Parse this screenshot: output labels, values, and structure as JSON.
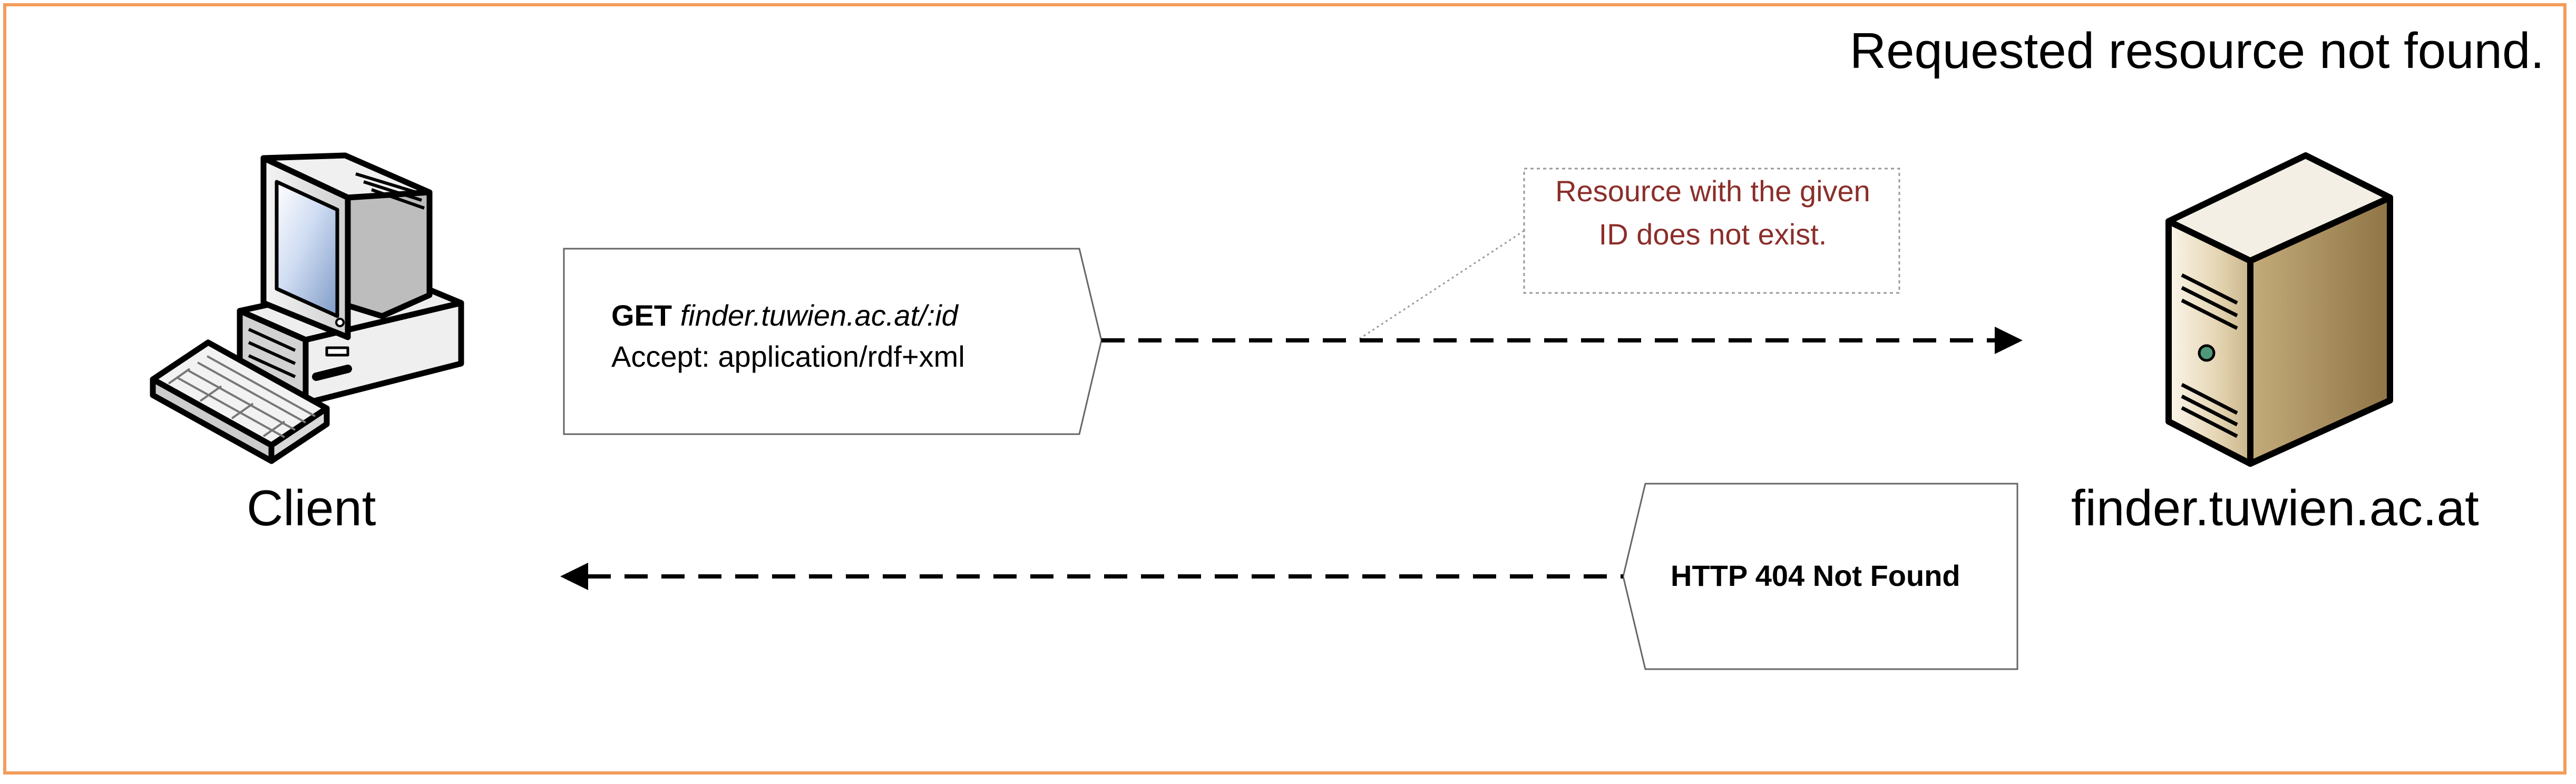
{
  "title": "Requested resource not found.",
  "nodes": {
    "client": {
      "label": "Client",
      "icon": "desktop-computer-icon"
    },
    "server": {
      "label": "finder.tuwien.ac.at",
      "icon": "server-tower-icon"
    }
  },
  "request": {
    "method": "GET",
    "url": "finder.tuwien.ac.at/:id",
    "header": "Accept: application/rdf+xml"
  },
  "response": {
    "status": "HTTP 404 Not Found"
  },
  "note": {
    "line1": "Resource with the given",
    "line2": "ID does not exist."
  },
  "colors": {
    "frame": "#f39c5a",
    "note_text": "#8b2e2a",
    "arrow": "#000000"
  }
}
